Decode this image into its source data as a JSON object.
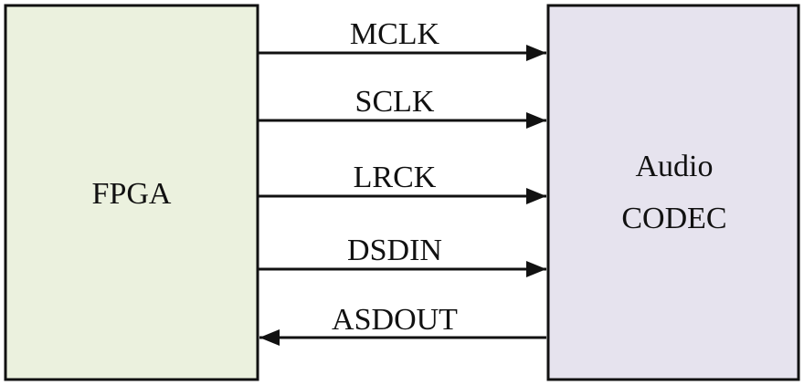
{
  "blocks": {
    "fpga": {
      "label": "FPGA",
      "fill": "#EBF1DE"
    },
    "codec": {
      "label_line1": "Audio",
      "label_line2": "CODEC",
      "fill": "#E6E3EE"
    }
  },
  "signals": [
    {
      "name": "MCLK",
      "direction": "fpga-to-codec"
    },
    {
      "name": "SCLK",
      "direction": "fpga-to-codec"
    },
    {
      "name": "LRCK",
      "direction": "fpga-to-codec"
    },
    {
      "name": "DSDIN",
      "direction": "fpga-to-codec"
    },
    {
      "name": "ASDOUT",
      "direction": "codec-to-fpga"
    }
  ],
  "colors": {
    "stroke": "#111111",
    "background": "#FFFFFF"
  }
}
